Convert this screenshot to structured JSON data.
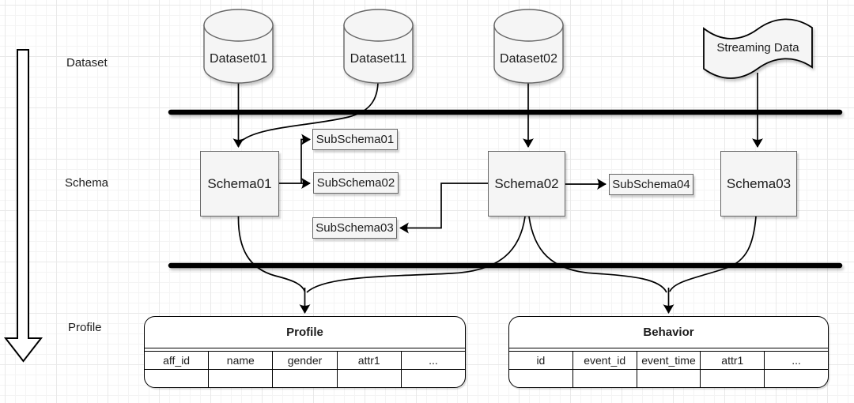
{
  "lanes": {
    "dataset": "Dataset",
    "schema": "Schema",
    "profile": "Profile"
  },
  "nodes": {
    "dataset01": "Dataset01",
    "dataset11": "Dataset11",
    "dataset02": "Dataset02",
    "streaming": "Streaming Data",
    "schema01": "Schema01",
    "schema02": "Schema02",
    "schema03": "Schema03",
    "subschema01": "SubSchema01",
    "subschema02": "SubSchema02",
    "subschema03": "SubSchema03",
    "subschema04": "SubSchema04"
  },
  "tables": {
    "profile": {
      "title": "Profile",
      "columns": [
        "aff_id",
        "name",
        "gender",
        "attr1",
        "..."
      ]
    },
    "behavior": {
      "title": "Behavior",
      "columns": [
        "id",
        "event_id",
        "event_time",
        "attr1",
        "..."
      ]
    }
  },
  "colors": {
    "node_fill": "#f5f5f5",
    "node_border": "#666666",
    "line": "#000000",
    "grid_minor": "#f4f4f4",
    "grid_major": "#e9e9e9",
    "background": "#ffffff"
  }
}
